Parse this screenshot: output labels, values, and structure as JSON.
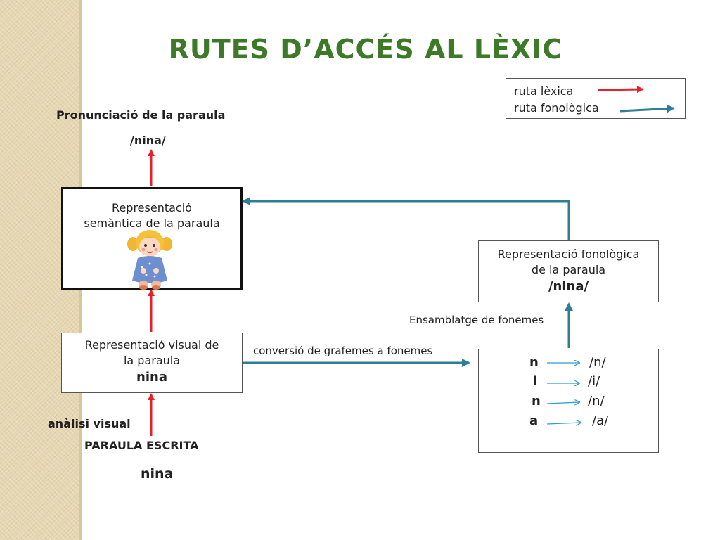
{
  "title": "RUTES D’ACCÉS AL  LÈXIC",
  "legend": {
    "lexical_route": "ruta lèxica",
    "phonological_route": "ruta fonològica"
  },
  "colors": {
    "lexical_route": "#e8202a",
    "phonological_route": "#2e7f96",
    "title": "#3d7a28"
  },
  "top": {
    "pronunciation_label": "Pronunciació de la paraula",
    "pronunciation_value": "/nina/"
  },
  "semantic_box": {
    "line1": "Representació",
    "line2": "semàntica de la paraula",
    "image_icon": "doll-icon"
  },
  "visual_box": {
    "line1": "Representació visual de",
    "line2": "la paraula",
    "word": "nina"
  },
  "phonological_box": {
    "line1": "Representació fonològica",
    "line2": "de la paraula",
    "word": "/nina/"
  },
  "labels": {
    "assembly": "Ensamblatge de fonemes",
    "conversion": "conversió de grafemes a fonemes",
    "visual_analysis": "anàlisi visual",
    "written_word": "PARAULA ESCRITA",
    "written_value": "nina"
  },
  "mapping": [
    {
      "grapheme": "n",
      "phoneme": "/n/"
    },
    {
      "grapheme": "i",
      "phoneme": "/i/"
    },
    {
      "grapheme": "n",
      "phoneme": "/n/"
    },
    {
      "grapheme": "a",
      "phoneme": "/a/"
    }
  ]
}
